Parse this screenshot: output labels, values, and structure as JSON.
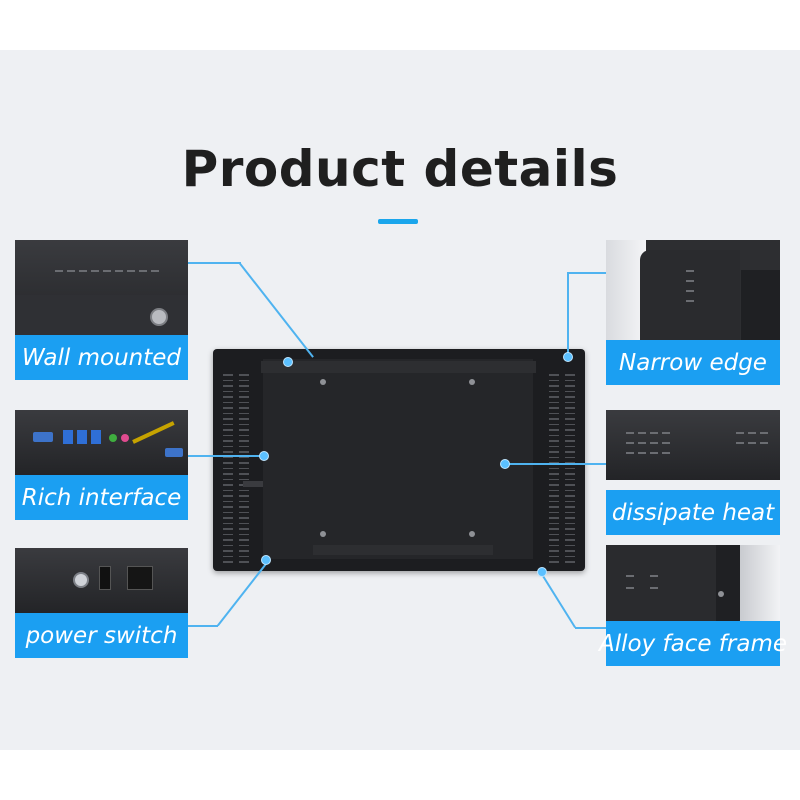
{
  "title": "Product details",
  "accent_color": "#1aa6ec",
  "label_color": "#1b9ff2",
  "features": {
    "wall_mounted": "Wall mounted",
    "rich_interface": "Rich interface",
    "power_switch": "power switch",
    "narrow_edge": "Narrow edge",
    "dissipate_heat": "dissipate heat",
    "alloy_face_frame": "Alloy face frame"
  },
  "icons": [
    "monitor-back-image",
    "wall-mount-thumbnail",
    "ports-thumbnail",
    "power-switch-thumbnail",
    "narrow-edge-thumbnail",
    "heat-vent-thumbnail",
    "alloy-frame-thumbnail"
  ]
}
